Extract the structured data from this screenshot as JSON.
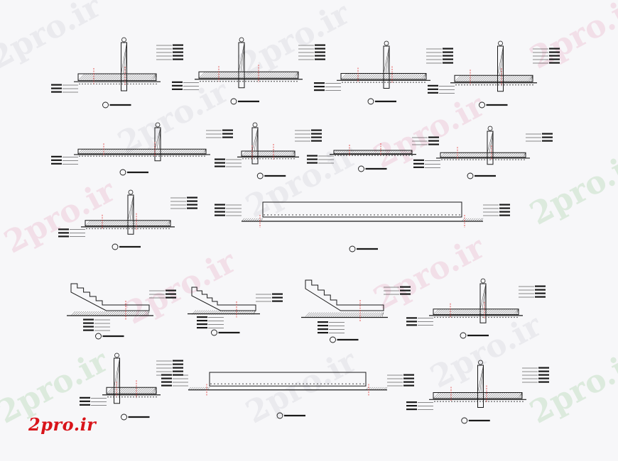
{
  "watermark": {
    "text": "2pro.ir"
  },
  "logo": {
    "text": "2pro.ir",
    "color": "#d8141a"
  },
  "colors": {
    "line": "#1a1a1a",
    "accent_red": "#e03030",
    "watermark_green": "#96c896",
    "watermark_pink": "#e6a0be"
  },
  "drawing": {
    "kind": "construction section details sheet",
    "detail_count": 17
  }
}
